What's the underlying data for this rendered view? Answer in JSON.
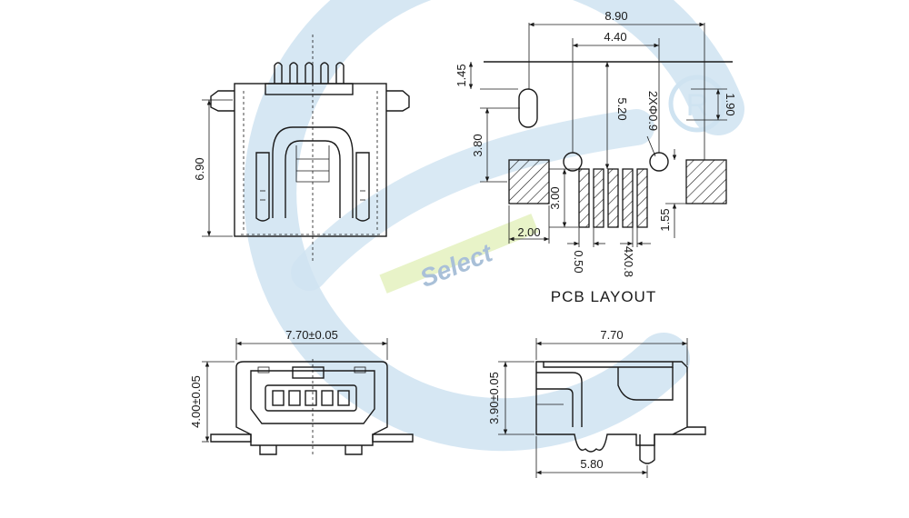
{
  "watermark": {
    "brand_text": "Select",
    "mark_symbol": "R",
    "colors": {
      "ring": "#cfe3f1",
      "band": "#e8f3c8",
      "text": "#a9c0d8"
    }
  },
  "views": {
    "top_view": {
      "dims": {
        "height": "6.90"
      }
    },
    "pcb_layout": {
      "title": "PCB LAYOUT",
      "dims": {
        "overall_width": "8.90",
        "hole_spacing": "4.40",
        "top_offset": "1.45",
        "pin_length_ref": "5.20",
        "holes": "2XΦ0.9",
        "mount_pad_height": "1.90",
        "pad_to_pin": "3.80",
        "pin_pad_length": "3.00",
        "pad_width": "2.00",
        "pitch": "0.50",
        "pin_width": "4X0.8",
        "pad_offset": "1.55"
      }
    },
    "front_view": {
      "dims": {
        "width": "7.70±0.05",
        "height": "4.00±0.05"
      }
    },
    "side_view": {
      "dims": {
        "length": "7.70",
        "height": "3.90±0.05",
        "depth": "5.80"
      }
    }
  }
}
